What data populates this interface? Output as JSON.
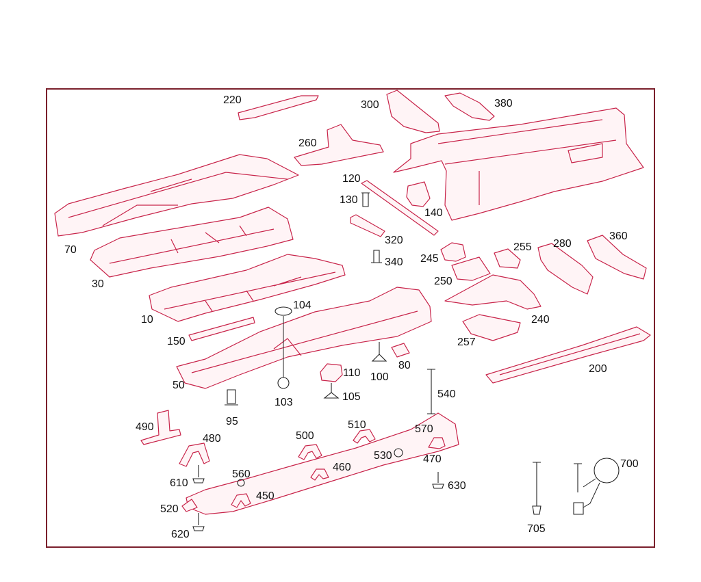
{
  "callouts": [
    {
      "id": "220",
      "label": "220"
    },
    {
      "id": "300",
      "label": "300"
    },
    {
      "id": "380",
      "label": "380"
    },
    {
      "id": "260",
      "label": "260"
    },
    {
      "id": "120",
      "label": "120"
    },
    {
      "id": "130",
      "label": "130"
    },
    {
      "id": "140",
      "label": "140"
    },
    {
      "id": "70",
      "label": "70"
    },
    {
      "id": "320",
      "label": "320"
    },
    {
      "id": "340",
      "label": "340"
    },
    {
      "id": "245",
      "label": "245"
    },
    {
      "id": "255",
      "label": "255"
    },
    {
      "id": "280",
      "label": "280"
    },
    {
      "id": "360",
      "label": "360"
    },
    {
      "id": "30",
      "label": "30"
    },
    {
      "id": "250",
      "label": "250"
    },
    {
      "id": "104",
      "label": "104"
    },
    {
      "id": "10",
      "label": "10"
    },
    {
      "id": "240",
      "label": "240"
    },
    {
      "id": "150",
      "label": "150"
    },
    {
      "id": "257",
      "label": "257"
    },
    {
      "id": "80",
      "label": "80"
    },
    {
      "id": "110",
      "label": "110"
    },
    {
      "id": "100",
      "label": "100"
    },
    {
      "id": "200",
      "label": "200"
    },
    {
      "id": "50",
      "label": "50"
    },
    {
      "id": "103",
      "label": "103"
    },
    {
      "id": "105",
      "label": "105"
    },
    {
      "id": "540",
      "label": "540"
    },
    {
      "id": "95",
      "label": "95"
    },
    {
      "id": "490",
      "label": "490"
    },
    {
      "id": "510",
      "label": "510"
    },
    {
      "id": "570",
      "label": "570"
    },
    {
      "id": "480",
      "label": "480"
    },
    {
      "id": "500",
      "label": "500"
    },
    {
      "id": "530",
      "label": "530"
    },
    {
      "id": "470",
      "label": "470"
    },
    {
      "id": "700",
      "label": "700"
    },
    {
      "id": "460",
      "label": "460"
    },
    {
      "id": "560",
      "label": "560"
    },
    {
      "id": "610",
      "label": "610"
    },
    {
      "id": "630",
      "label": "630"
    },
    {
      "id": "450",
      "label": "450"
    },
    {
      "id": "520",
      "label": "520"
    },
    {
      "id": "705",
      "label": "705"
    },
    {
      "id": "620",
      "label": "620"
    }
  ],
  "colors": {
    "frame": "#7a1f2b",
    "parts": "#c8244a",
    "labels": "#111111"
  }
}
